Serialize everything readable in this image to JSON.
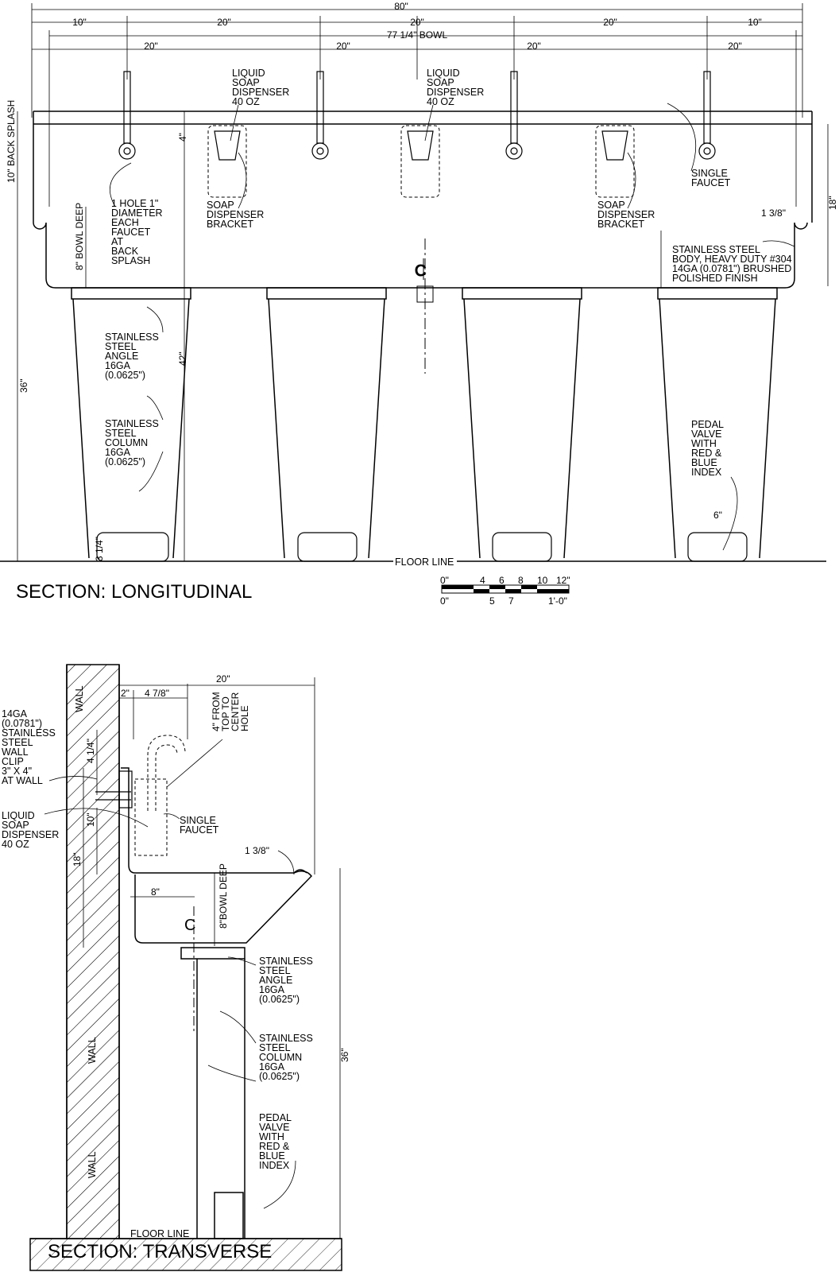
{
  "longitudinal": {
    "title": "SECTION: LONGITUDINAL",
    "dims_top": [
      "80\"",
      "10\"",
      "20\"",
      "20\"",
      "20\"",
      "10\""
    ],
    "bowl_dim": "77 1/4\" BOWL",
    "dims_second": [
      "20\"",
      "20\"",
      "20\"",
      "20\""
    ],
    "labels": {
      "soap_dispenser_1": [
        "LIQUID",
        "SOAP",
        "DISPENSER",
        "40 OZ"
      ],
      "soap_dispenser_2": [
        "LIQUID",
        "SOAP",
        "DISPENSER",
        "40 OZ"
      ],
      "bracket_1": [
        "SOAP",
        "DISPENSER",
        "BRACKET"
      ],
      "bracket_2": [
        "SOAP",
        "DISPENSER",
        "BRACKET"
      ],
      "single_faucet": [
        "SINGLE",
        "FAUCET"
      ],
      "hole": [
        "1 HOLE 1\"",
        "DIAMETER",
        "EACH",
        "FAUCET",
        "AT",
        "BACK",
        "SPLASH"
      ],
      "angle": [
        "STAINLESS",
        "STEEL",
        "ANGLE",
        "16GA",
        "(0.0625\")"
      ],
      "column": [
        "STAINLESS",
        "STEEL",
        "COLUMN",
        "16GA",
        "(0.0625\")"
      ],
      "pedal": [
        "PEDAL",
        "VALVE",
        "WITH",
        "RED &",
        "BLUE",
        "INDEX"
      ],
      "body": [
        "STAINLESS STEEL",
        "BODY, HEAVY DUTY #304",
        "14GA (0.0781\") BRUSHED",
        "POLISHED FINISH"
      ],
      "floor": "FLOOR LINE",
      "back_splash": "10\" BACK SPLASH",
      "bowl_deep": "8\" BOWL DEEP",
      "d4": "4\"",
      "d42": "42\"",
      "d36": "36\"",
      "d18": "18\"",
      "d138": "1 3/8\"",
      "d6": "6\"",
      "d314": "3 1/4\""
    },
    "scale": {
      "top": [
        "0\"",
        "4",
        "6",
        "8",
        "10",
        "12\""
      ],
      "bottom": [
        "0\"",
        "5",
        "7",
        "1'-0\""
      ]
    }
  },
  "transverse": {
    "title": "SECTION: TRANSVERSE",
    "labels": {
      "wall_clip": [
        "14GA",
        "(0.0781\")",
        "STAINLESS",
        "STEEL",
        "WALL",
        "CLIP",
        "3\" X 4\"",
        "AT WALL"
      ],
      "soap": [
        "LIQUID",
        "SOAP",
        "DISPENSER",
        "40 OZ"
      ],
      "faucet": [
        "SINGLE",
        "FAUCET"
      ],
      "from_top": [
        "4\" FROM",
        "TOP TO",
        "CENTER",
        "HOLE"
      ],
      "angle": [
        "STAINLESS",
        "STEEL",
        "ANGLE",
        "16GA",
        "(0.0625\")"
      ],
      "column": [
        "STAINLESS",
        "STEEL",
        "COLUMN",
        "16GA",
        "(0.0625\")"
      ],
      "pedal": [
        "PEDAL",
        "VALVE",
        "WITH",
        "RED &",
        "BLUE",
        "INDEX"
      ],
      "floor": "FLOOR LINE",
      "wall": "WALL",
      "d20": "20\"",
      "d2": "2\"",
      "d478": "4 7/8\"",
      "d414": "4 1/4\"",
      "d10": "10\"",
      "d18": "18\"",
      "d8": "8\"",
      "bowl": "8\"BOWL DEEP",
      "d138": "1 3/8\"",
      "d36": "36\""
    }
  }
}
